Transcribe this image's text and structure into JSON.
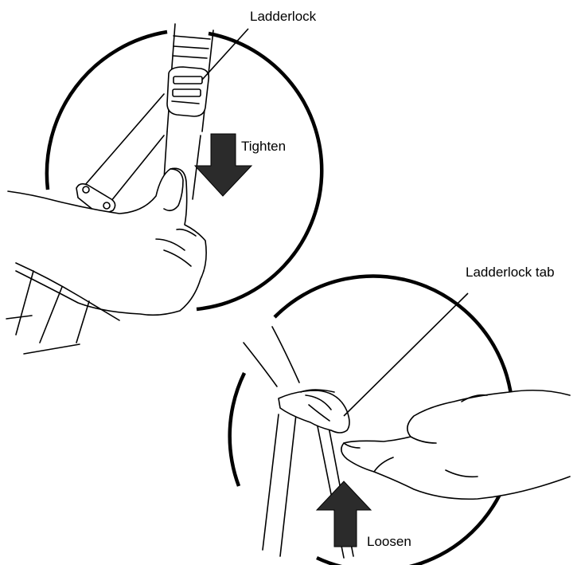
{
  "diagram": {
    "labels": {
      "ladderlock": "Ladderlock",
      "tighten": "Tighten",
      "ladderlock_tab": "Ladderlock tab",
      "loosen": "Loosen"
    },
    "colors": {
      "ink": "#000000",
      "arrow_fill": "#2b2b2b",
      "background": "#ffffff"
    }
  }
}
